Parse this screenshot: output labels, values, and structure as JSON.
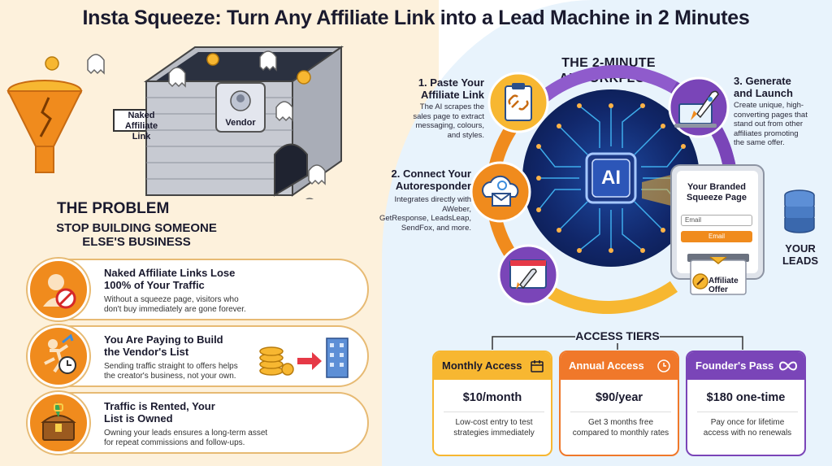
{
  "title": "Insta Squeeze: Turn Any Affiliate Link into a Lead Machine in 2 Minutes",
  "problem": {
    "arrow_label": "Naked Affiliate Link",
    "vendor_label": "Vendor",
    "heading": "THE PROBLEM",
    "subheading_line1": "STOP BUILDING SOMEONE",
    "subheading_line2": "ELSE'S BUSINESS",
    "cards": [
      {
        "title_line1": "Naked Affiliate Links Lose",
        "title_line2": "100% of Your Traffic",
        "text_line1": "Without a squeeze page, visitors who",
        "text_line2": "don't buy immediately are gone forever.",
        "icon": "crossed-out-user-icon"
      },
      {
        "title_line1": "You Are Paying to Build",
        "title_line2": "the Vendor's List",
        "text_line1": "Sending traffic straight to offers helps",
        "text_line2": "the creator's business, not your own.",
        "icon": "running-person-clock-icon"
      },
      {
        "title_line1": "Traffic is Rented, Your",
        "title_line2": "List is Owned",
        "text_line1": "Owning your leads ensures a long-term asset",
        "text_line2": "for repeat commissions and follow-ups.",
        "icon": "treasure-chest-icon"
      }
    ]
  },
  "workflow": {
    "title_line1": "THE 2-MINUTE",
    "title_line2": "AI WORKFLOW",
    "ai_label": "AI",
    "steps": [
      {
        "title_line1": "1. Paste Your",
        "title_line2": "Affiliate Link",
        "text_lines": [
          "The AI scrapes the",
          "sales page to extract",
          "messaging, colours,",
          "and styles."
        ]
      },
      {
        "title_line1": "2. Connect Your",
        "title_line2": "Autoresponder",
        "text_lines": [
          "Integrates directly with",
          "AWeber,",
          "GetResponse, LeadsLeap,",
          "SendFox, and more."
        ]
      },
      {
        "title_line1": "3. Generate",
        "title_line2": "and Launch",
        "text_lines": [
          "Create unique, high-",
          "converting pages that",
          "stand out from other",
          "affiliates promoting",
          "the same offer."
        ]
      }
    ],
    "squeeze_page": {
      "title_line1": "Your Branded",
      "title_line2": "Squeeze Page",
      "email_placeholder": "Email",
      "button_label": "Email",
      "offer_line1": "Affiliate",
      "offer_line2": "Offer"
    },
    "leads_line1": "YOUR",
    "leads_line2": "LEADS"
  },
  "tiers": {
    "heading": "ACCESS TIERS",
    "items": [
      {
        "name": "Monthly Access",
        "price": "$10/month",
        "desc_line1": "Low-cost entry to test",
        "desc_line2": "strategies immediately",
        "icon": "calendar-icon",
        "color": "#f7b731"
      },
      {
        "name": "Annual Access",
        "price": "$90/year",
        "desc_line1": "Get 3 months free",
        "desc_line2": "compared to monthly rates",
        "icon": "clock-icon",
        "color": "#f0782a"
      },
      {
        "name": "Founder's Pass",
        "price": "$180 one-time",
        "desc_line1": "Pay once for lifetime",
        "desc_line2": "access with no renewals",
        "icon": "infinity-icon",
        "color": "#7a45b8"
      }
    ]
  },
  "colors": {
    "orange": "#f08b1d",
    "purple": "#7a45b8",
    "navy": "#11276a",
    "cream": "#fdf1dc",
    "light_blue": "#e8f3fc"
  }
}
